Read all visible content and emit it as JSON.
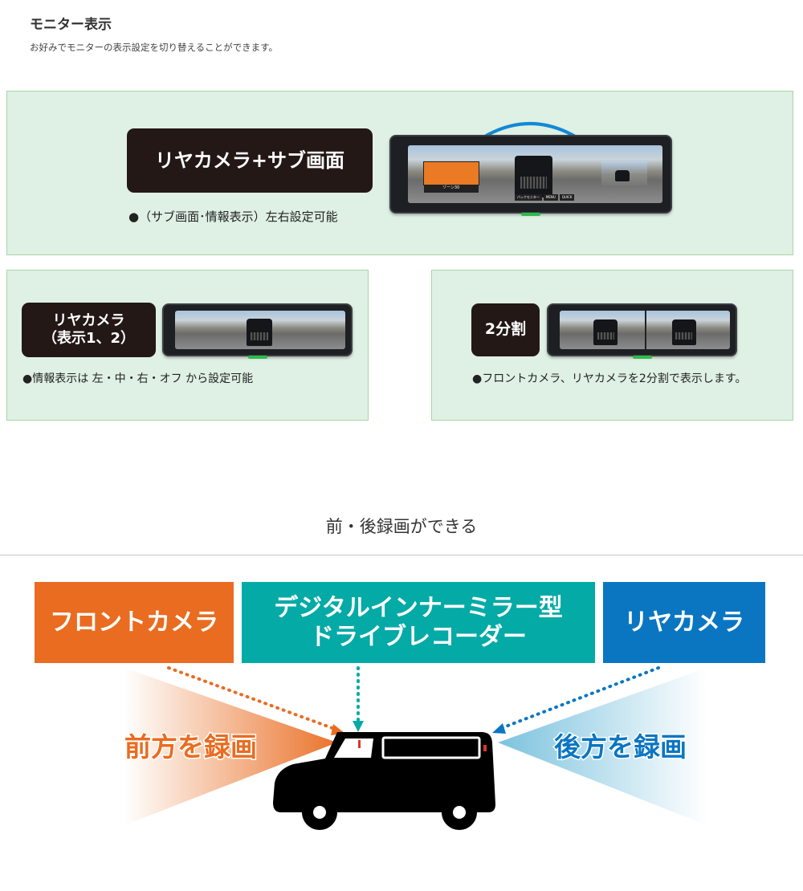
{
  "header": {
    "title": "モニター表示",
    "description": "お好みでモニターの表示設定を切り替えることができます。"
  },
  "modes": [
    {
      "label": "リヤカメラ+サブ画面",
      "note": "●（サブ画面･情報表示）左右設定可能",
      "screen": {
        "zone_sign": "ゾーン30",
        "buttons": [
          "バックモニター",
          "MENU",
          "QUICK"
        ]
      }
    },
    {
      "label_line1": "リヤカメラ",
      "label_line2": "（表示1、2）",
      "note": "●情報表示は 左・中・右・オフ から設定可能"
    },
    {
      "label": "2分割",
      "note": "●フロントカメラ、リヤカメラを2分割で表示します。"
    }
  ],
  "recording": {
    "heading": "前・後録画ができる",
    "front_label": "フロントカメラ",
    "center_line1": "デジタルインナーミラー型",
    "center_line2": "ドライブレコーダー",
    "rear_label": "リヤカメラ",
    "front_caption": "前方を録画",
    "rear_caption": "後方を録画"
  },
  "colors": {
    "front": "#e96c20",
    "center": "#04aaa6",
    "rear": "#0a76c2",
    "label_bg": "#231815",
    "panel_bg": "#dff0e4"
  }
}
